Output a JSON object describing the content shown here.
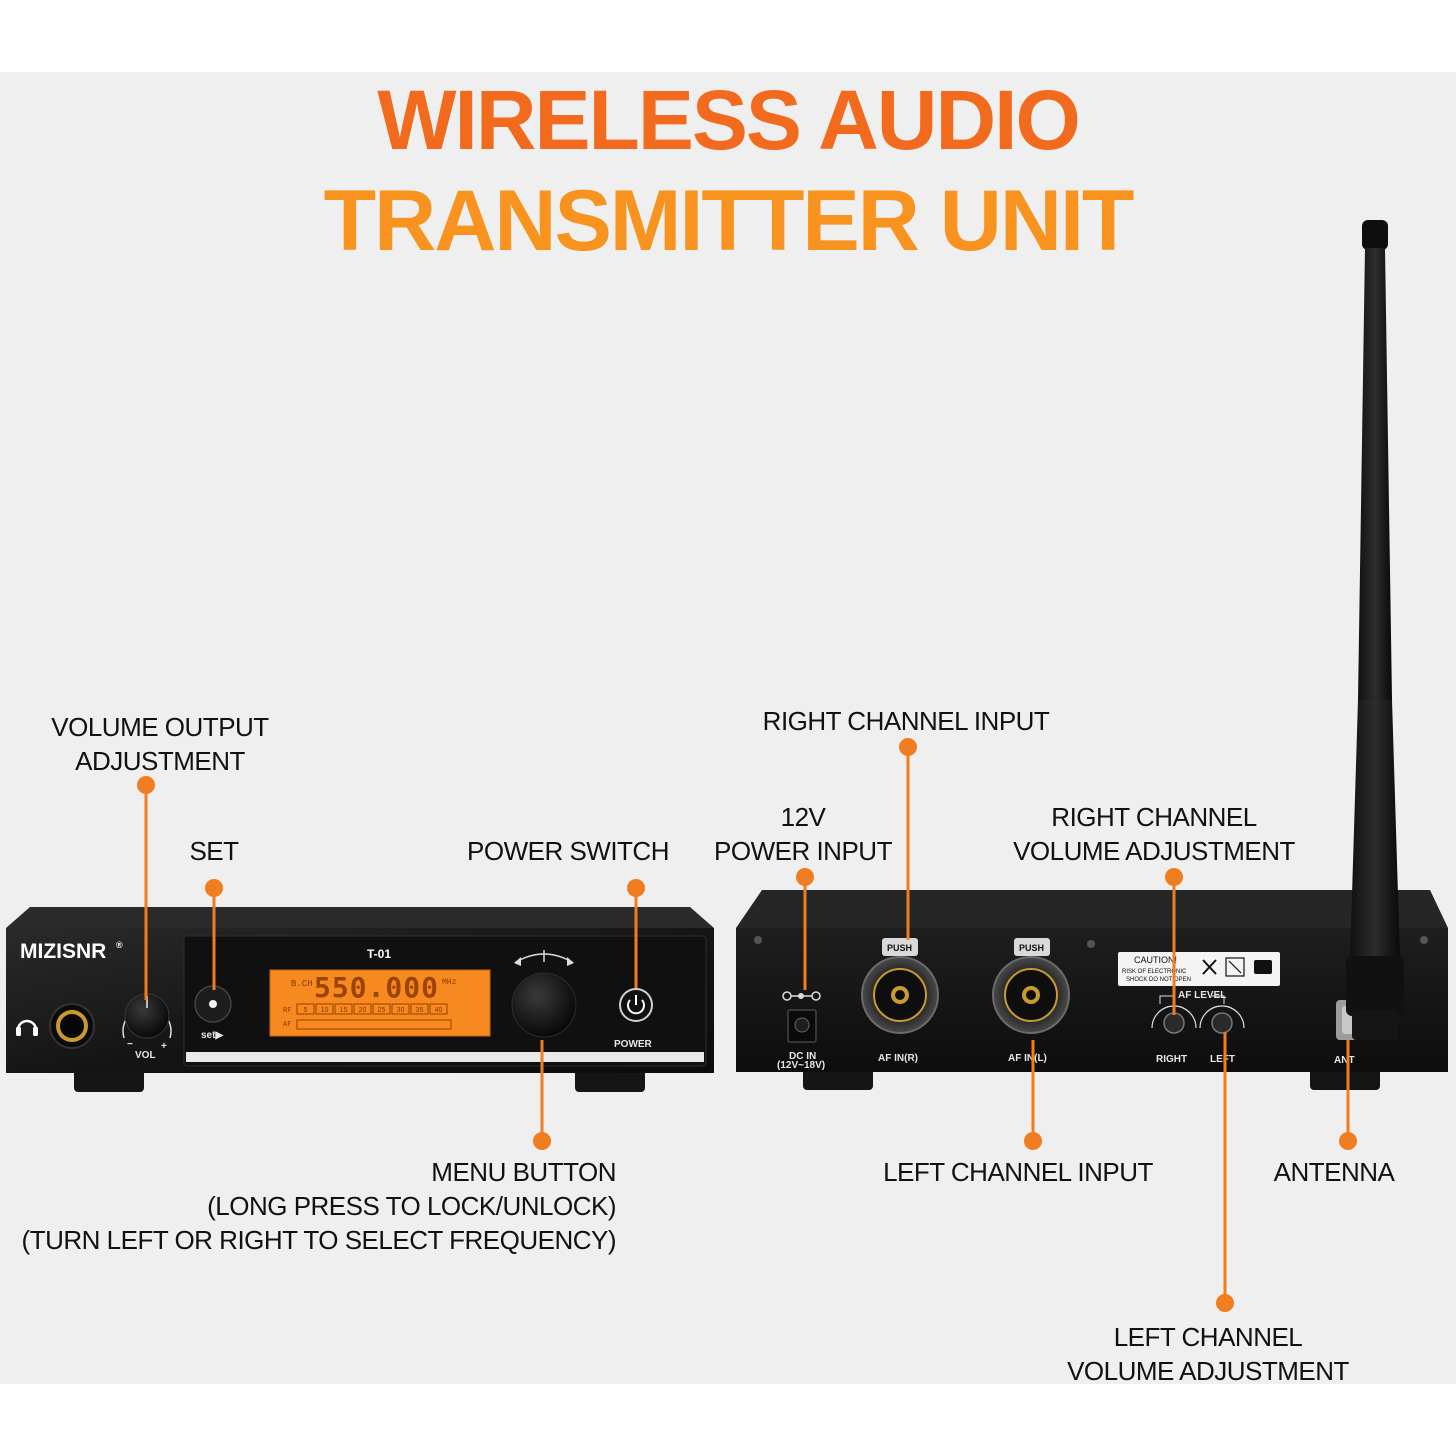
{
  "title": {
    "line1": "WIRELESS AUDIO",
    "line2": "TRANSMITTER UNIT"
  },
  "colors": {
    "title_top": "#f26a1e",
    "title_bottom": "#f7931e",
    "callout": "#f07d20",
    "lcd": "#f6891f",
    "device": "#151515",
    "background": "#efefef"
  },
  "device_front": {
    "brand": "MIZISNR",
    "registered_mark": "®",
    "model": "T-01",
    "display_value": "550.000",
    "display_ch_label": "B.CH",
    "display_unit": "MHz",
    "rf_label": "RF",
    "af_label": "AF",
    "rf_scale": [
      "5",
      "10",
      "15",
      "20",
      "25",
      "30",
      "35",
      "40"
    ],
    "vol_label": "VOL",
    "vol_minus": "−",
    "vol_plus": "+",
    "set_label": "set▶",
    "power_label": "POWER"
  },
  "device_back": {
    "dc_label": "DC IN",
    "dc_range": "(12V~18V)",
    "af_in_r": "AF IN(R)",
    "af_in_l": "AF IN(L)",
    "push_label": "PUSH",
    "caution_title": "CAUTION!",
    "caution_line1": "RISK OF ELECTRONIC",
    "caution_line2": "SHOCK DO NOT OPEN",
    "af_level": "AF LEVEL",
    "right_label": "RIGHT",
    "left_label": "LEFT",
    "ant_label": "ANT"
  },
  "callouts": {
    "volume_output_1": "VOLUME OUTPUT",
    "volume_output_2": "ADJUSTMENT",
    "set": "SET",
    "power_switch": "POWER SWITCH",
    "power_input_1": "12V",
    "power_input_2": "POWER INPUT",
    "right_input": "RIGHT CHANNEL INPUT",
    "right_volume_1": "RIGHT CHANNEL",
    "right_volume_2": "VOLUME ADJUSTMENT",
    "menu_1": "MENU BUTTON",
    "menu_2": "(LONG PRESS TO LOCK/UNLOCK)",
    "menu_3": "(TURN LEFT OR RIGHT TO SELECT FREQUENCY)",
    "left_input": "LEFT CHANNEL INPUT",
    "antenna": "ANTENNA",
    "left_volume_1": "LEFT CHANNEL",
    "left_volume_2": "VOLUME ADJUSTMENT"
  }
}
